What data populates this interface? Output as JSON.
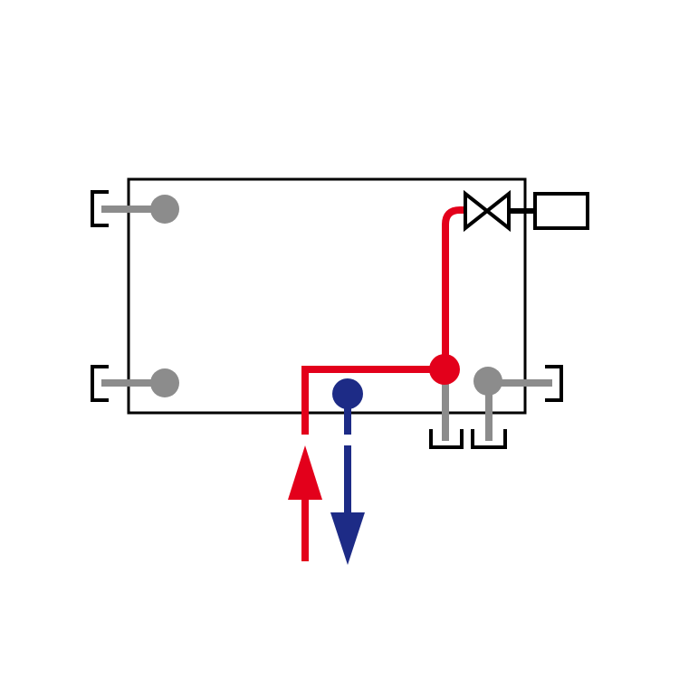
{
  "diagram": {
    "type": "radiator-connection-schematic",
    "colors": {
      "background": "#ffffff",
      "outline": "#000000",
      "supply": "#e3001b",
      "return": "#1d2b86",
      "fitting": "#8c8c8c"
    },
    "icons": [
      "radiator-panel",
      "wall-bracket-icon",
      "valve-icon",
      "actuator-icon",
      "supply-arrow-icon",
      "return-arrow-icon",
      "floor-bracket-icon"
    ],
    "flows": [
      {
        "role": "supply",
        "direction": "up",
        "color": "supply"
      },
      {
        "role": "return",
        "direction": "down",
        "color": "return"
      }
    ]
  }
}
